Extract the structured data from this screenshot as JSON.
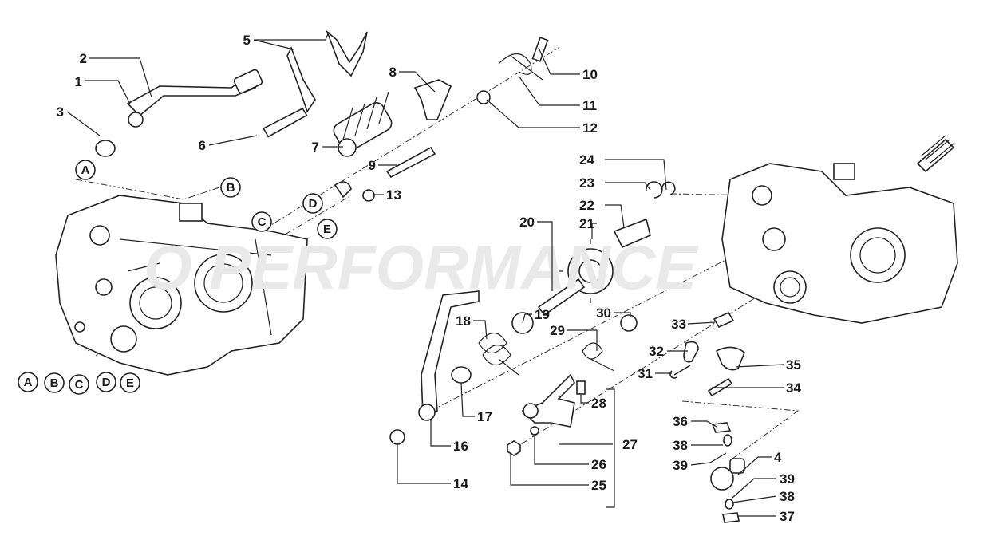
{
  "diagram": {
    "watermark": "O PERFORMANCE",
    "callouts": [
      "1",
      "2",
      "3",
      "5",
      "6",
      "7",
      "8",
      "9",
      "10",
      "11",
      "12",
      "13",
      "14",
      "16",
      "17",
      "18",
      "19",
      "20",
      "21",
      "22",
      "23",
      "24",
      "25",
      "26",
      "27",
      "28",
      "29",
      "30",
      "31",
      "32",
      "33",
      "34",
      "35",
      "36",
      "37",
      "38",
      "38",
      "39",
      "39",
      "4"
    ],
    "reference_letters_top": [
      "A",
      "B",
      "C",
      "D",
      "E"
    ],
    "reference_letters_bottom": [
      "A",
      "B",
      "C",
      "D",
      "E"
    ]
  }
}
